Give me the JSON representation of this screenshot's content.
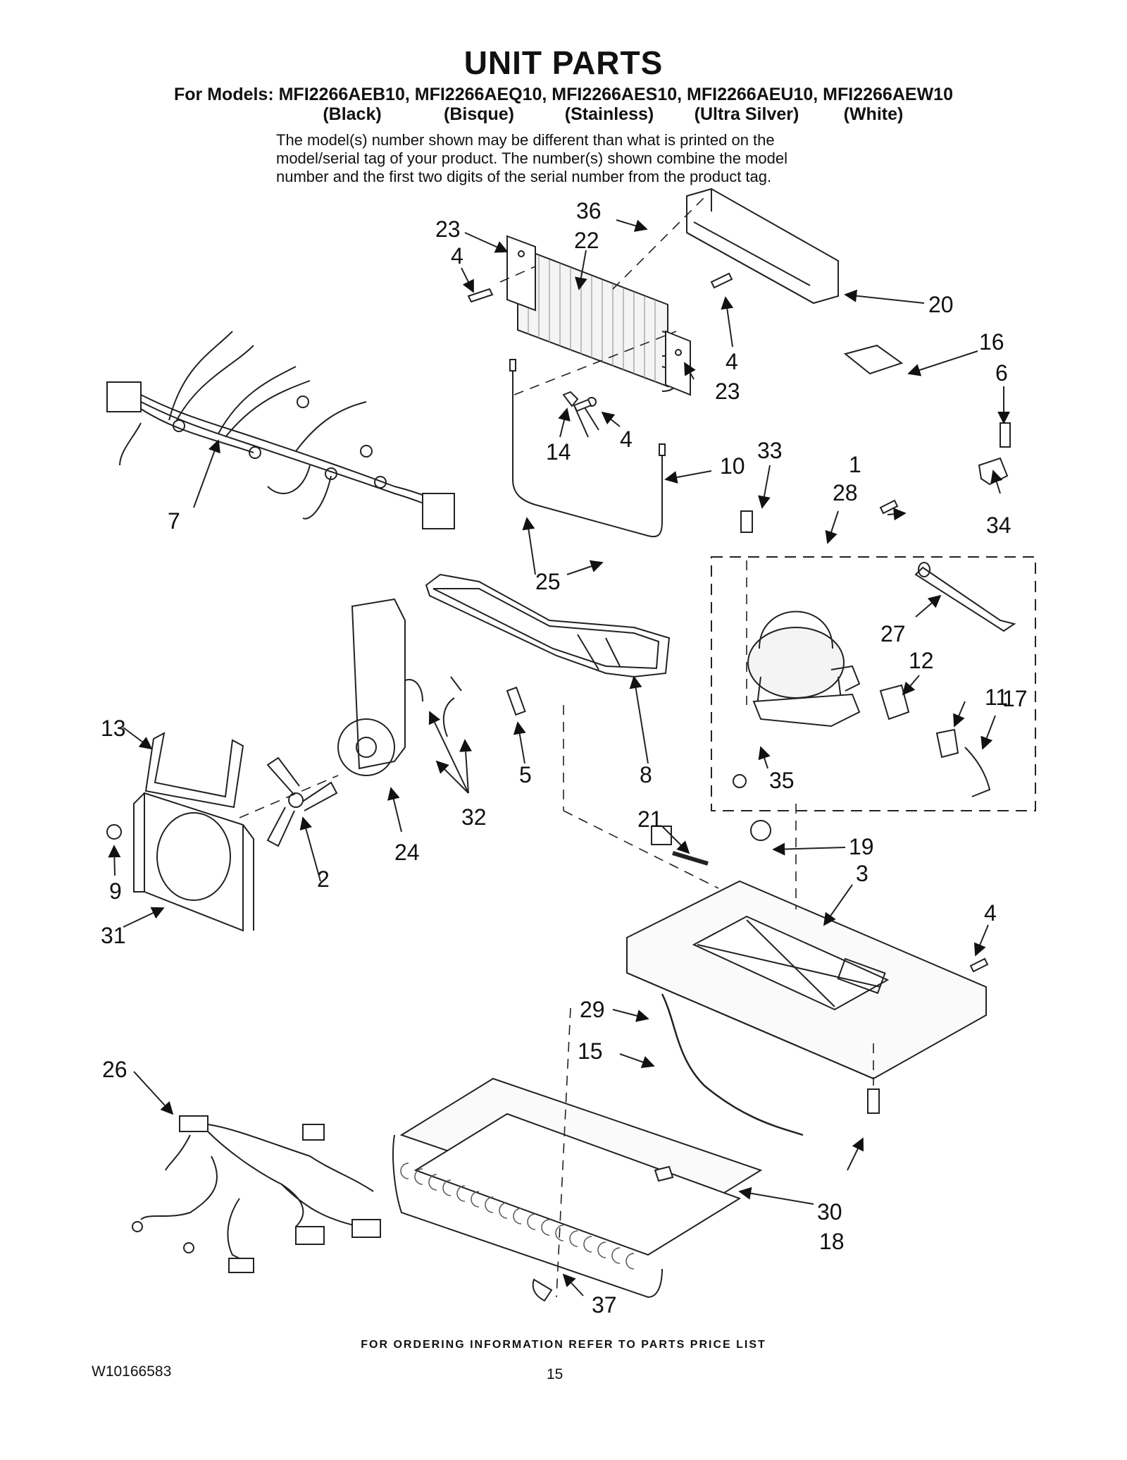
{
  "header": {
    "title": "UNIT PARTS",
    "models": "For Models: MFI2266AEB10, MFI2266AEQ10, MFI2266AES10, MFI2266AEU10, MFI2266AEW10",
    "colors": [
      "(Black)",
      "(Bisque)",
      "(Stainless)",
      "(Ultra Silver)",
      "(White)"
    ],
    "note_lines": [
      "The model(s) number shown may be different than what is printed on the",
      "model/serial tag of your product. The number(s) shown combine the model",
      "number and the first two digits of the serial number from the product tag."
    ]
  },
  "callouts": [
    "1",
    "2",
    "3",
    "4",
    "5",
    "6",
    "7",
    "8",
    "9",
    "10",
    "11",
    "12",
    "13",
    "14",
    "15",
    "16",
    "17",
    "18",
    "19",
    "20",
    "21",
    "22",
    "23",
    "24",
    "25",
    "26",
    "27",
    "28",
    "29",
    "30",
    "31",
    "32",
    "33",
    "34",
    "35",
    "36",
    "37"
  ],
  "footer": {
    "ordering_note": "FOR ORDERING INFORMATION REFER TO PARTS PRICE LIST",
    "doc_number": "W10166583",
    "page_number": "15"
  }
}
